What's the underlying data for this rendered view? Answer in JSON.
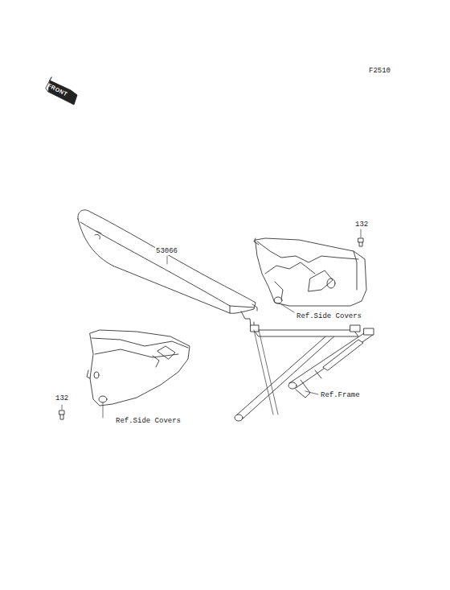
{
  "diagram": {
    "labels": [
      "F2510",
      "FRONT",
      "53066",
      "132",
      "Ref.Side Covers",
      "132",
      "Ref.Side Covers",
      "Ref.Frame"
    ]
  }
}
